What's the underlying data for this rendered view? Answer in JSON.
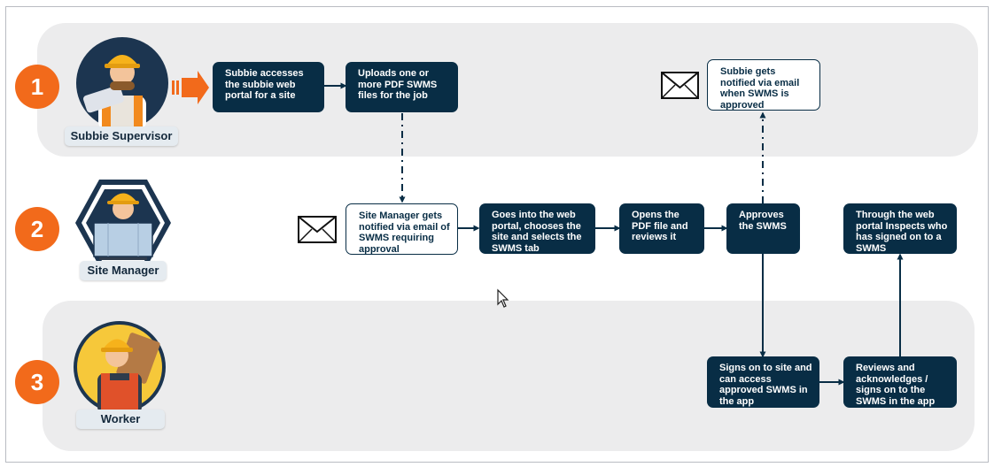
{
  "roles": [
    {
      "number": "1",
      "label": "Subbie Supervisor",
      "icon": "subbie-supervisor-icon"
    },
    {
      "number": "2",
      "label": "Site Manager",
      "icon": "site-manager-icon"
    },
    {
      "number": "3",
      "label": "Worker",
      "icon": "worker-icon"
    }
  ],
  "steps": {
    "access_portal": "Subbie accesses the subbie web portal for a site",
    "upload_swms": "Uploads one or more PDF SWMS files for the job",
    "subbie_notified": "Subbie gets notified via email when SWMS is approved",
    "manager_notified": "Site Manager gets notified via email of SWMS requiring approval",
    "goes_to_portal": "Goes into the web portal, chooses the site and selects the SWMS tab",
    "opens_pdf": "Opens the PDF file and reviews it",
    "approves": "Approves the SWMS",
    "inspects": "Through the web portal Inspects who has signed on to a SWMS",
    "worker_signs_on": "Signs on to site and can access approved SWMS in the app",
    "worker_reviews": "Reviews and acknowledges / signs on to the SWMS in the app"
  },
  "colors": {
    "accent": "#f26a1b",
    "dark_box": "#082d45",
    "lane": "#ececed",
    "role_label_bg": "#e5ebf0"
  },
  "icons": [
    "email-icon",
    "mouse-cursor-icon",
    "orange-arrow-icon"
  ]
}
